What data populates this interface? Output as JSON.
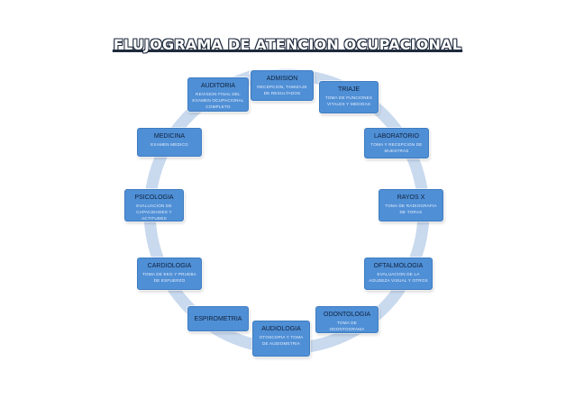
{
  "title": "FLUJOGRAMA DE ATENCION OCUPACIONAL",
  "colors": {
    "node_fill": "#4f8fd6",
    "node_border": "#3f7cc0",
    "ring": "#c9d9ee",
    "title_outline": "#1f2a3c"
  },
  "nodes": [
    {
      "id": "admision",
      "title": "ADMISION",
      "desc": "RECEPCION, TAMIZAJE DE RESULTADOS"
    },
    {
      "id": "triaje",
      "title": "TRIAJE",
      "desc": "TOMA DE FUNCIONES VITALES Y MEDIDAS"
    },
    {
      "id": "laboratorio",
      "title": "LABORATORIO",
      "desc": "TOMA Y RECEPCION DE MUESTRAS"
    },
    {
      "id": "rayos-x",
      "title": "RAYOS X",
      "desc": "TOMA DE RADIOGRAFIA DE TORAX"
    },
    {
      "id": "oftalmologia",
      "title": "OFTALMOLOGIA",
      "desc": "EVALUACION DE LA AGUDEZA VISUAL Y OTROS"
    },
    {
      "id": "odontologia",
      "title": "ODONTOLOGIA",
      "desc": "TOMA DE ODONTOGRAMA"
    },
    {
      "id": "audiologia",
      "title": "AUDIOLOGIA",
      "desc": "OTOSCOPIA Y TOMA DE AUDIOMETRIA"
    },
    {
      "id": "espirometria",
      "title": "ESPIROMETRIA",
      "desc": ""
    },
    {
      "id": "cardiologia",
      "title": "CARDIOLOGIA",
      "desc": "TOMA DE EKG Y PRUEBA DE ESFUERZO"
    },
    {
      "id": "psicologia",
      "title": "PSICOLOGIA",
      "desc": "EVALUACION DE CAPACIDADES Y ACTITUDES"
    },
    {
      "id": "medicina",
      "title": "MEDICINA",
      "desc": "EXAMEN MEDICO"
    },
    {
      "id": "auditoria",
      "title": "AUDITORIA",
      "desc": "REVISION FINAL DEL EXAMEN OCUPACIONAL COMPLETO"
    }
  ]
}
